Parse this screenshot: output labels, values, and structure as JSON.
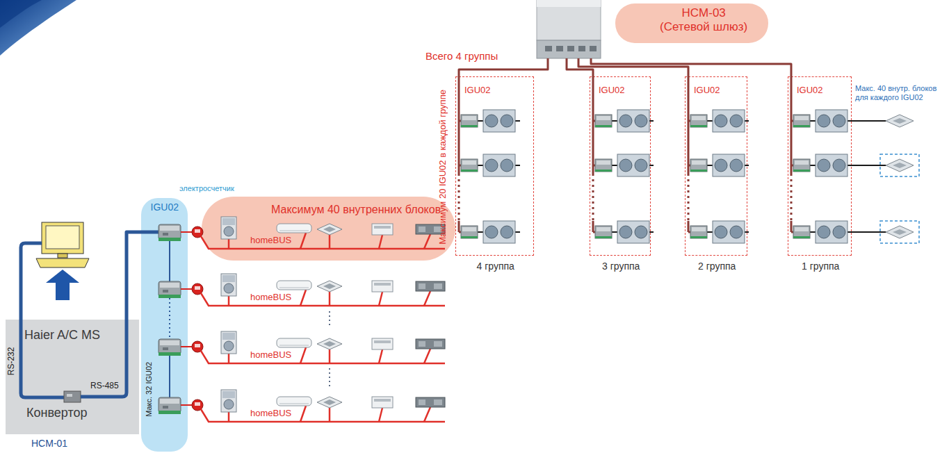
{
  "diagram": {
    "nodes": [
      {
        "text": [
          "Haier A/C MS",
          "Конвертор",
          "HCM-01"
        ]
      },
      {
        "text": [
          "IGU02",
          "Макс. 32 IGU02"
        ]
      },
      {
        "text": [
          "Максимум 40 внутренних блоков"
        ]
      },
      {
        "text": [
          "HCM-03",
          "(Сетевой шлюз)"
        ]
      },
      {
        "text": [
          "IGU02",
          "4 группа"
        ]
      },
      {
        "text": [
          "IGU02",
          "3 группа"
        ]
      },
      {
        "text": [
          "IGU02",
          "2 группа"
        ]
      },
      {
        "text": [
          "IGU02",
          "1 группа"
        ]
      }
    ],
    "edges": [
      {
        "from": 0,
        "to": 1,
        "arrow": "none"
      },
      {
        "from": 3,
        "to": 4,
        "arrow": "none"
      },
      {
        "from": 3,
        "to": 5,
        "arrow": "none"
      },
      {
        "from": 3,
        "to": 6,
        "arrow": "none"
      },
      {
        "from": 3,
        "to": 7,
        "arrow": "none"
      }
    ],
    "labels": [
      "RS-232",
      "RS-485",
      "электросчетчик",
      "homeBUS",
      "homeBUS",
      "homeBUS",
      "homeBUS",
      "Всего 4 группы",
      "Максимум 20 IGU02 в каждой группе",
      "Макс. 40 внутр. блоков для каждого IGU02"
    ]
  }
}
